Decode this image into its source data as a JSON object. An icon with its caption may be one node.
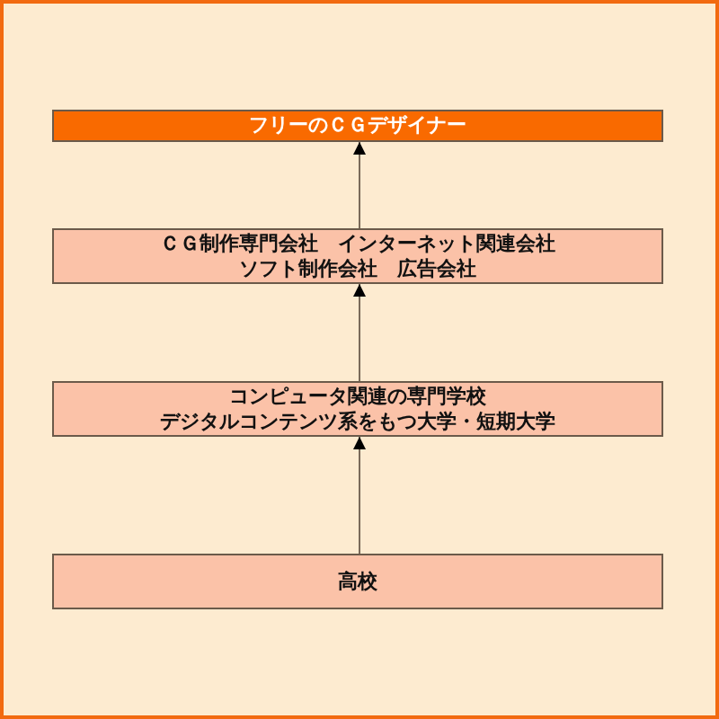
{
  "diagram": {
    "nodes": [
      {
        "text": [
          "フリーのＣＧデザイナー"
        ]
      },
      {
        "text": [
          "ＣＧ制作専門会社　インターネット関連会社",
          "ソフト制作会社　広告会社"
        ]
      },
      {
        "text": [
          "コンピュータ関連の専門学校",
          "デジタルコンテンツ系をもつ大学・短期大学"
        ]
      },
      {
        "text": [
          "高校"
        ]
      }
    ],
    "edges": [
      {
        "from": 3,
        "to": 2,
        "arrow": "to"
      },
      {
        "from": 2,
        "to": 1,
        "arrow": "to"
      },
      {
        "from": 1,
        "to": 0,
        "arrow": "to"
      }
    ]
  }
}
